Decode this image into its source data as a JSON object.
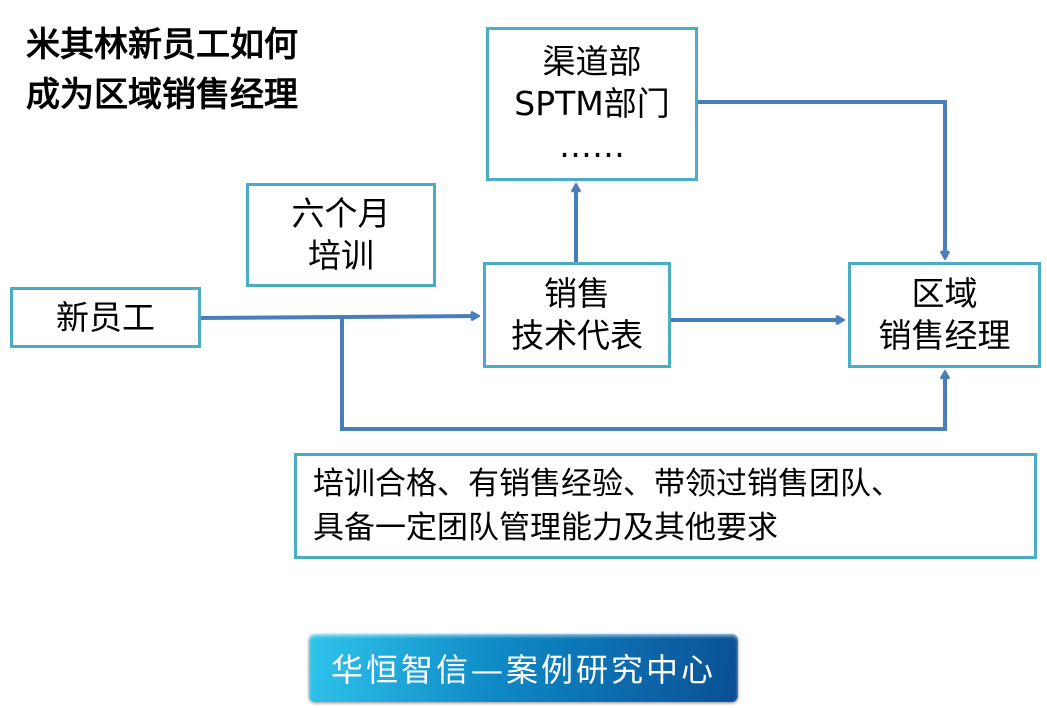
{
  "title": {
    "line1": "米其林新员工如何",
    "line2": "成为区域销售经理"
  },
  "nodes": {
    "channel": {
      "line1": "渠道部",
      "line2": "SPTM部门",
      "line3": "……"
    },
    "training": {
      "line1": "六个月",
      "line2": "培训"
    },
    "new_employee": {
      "line1": "新员工"
    },
    "sales_rep": {
      "line1": "销售",
      "line2": "技术代表"
    },
    "regional_manager": {
      "line1": "区域",
      "line2": "销售经理"
    }
  },
  "requirements": {
    "line1": "培训合格、有销售经验、带领过销售团队、",
    "line2": "具备一定团队管理能力及其他要求"
  },
  "logo": {
    "text": "华恒智信—案例研究中心"
  },
  "colors": {
    "box_border": "#4bacc6",
    "arrow": "#4a7ebb"
  }
}
